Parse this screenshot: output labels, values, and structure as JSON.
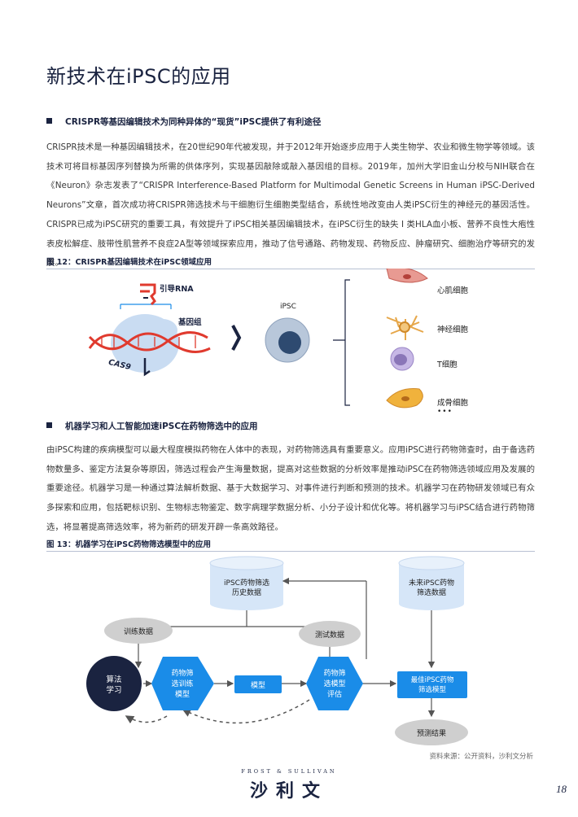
{
  "page_title": "新技术在iPSC的应用",
  "section1": {
    "heading": "CRISPR等基因编辑技术为同种异体的“现货”iPSC提供了有利途径",
    "paragraph": "CRISPR技术是一种基因编辑技术，在20世纪90年代被发现，并于2012年开始逐步应用于人类生物学、农业和微生物学等领域。该技术可将目标基因序列替换为所需的供体序列，实现基因敲除或敲入基因组的目标。2019年，加州大学旧金山分校与NIH联合在《Neuron》杂志发表了“CRISPR Interference-Based Platform for Multimodal Genetic Screens in Human iPSC-Derived Neurons”文章，首次成功将CRISPR筛选技术与干细胞衍生细胞类型结合，系统性地改变由人类iPSC衍生的神经元的基因活性。CRISPR已成为iPSC研究的重要工具，有效提升了iPSC相关基因编辑技术，在iPSC衍生的缺失 I 类HLA血小板、营养不良性大疱性表皮松解症、肢带性肌营养不良症2A型等领域探索应用，推动了信号通路、药物发现、药物反应、肿瘤研究、细胞治疗等研究的发展。"
  },
  "figure12": {
    "caption": "图 12：CRISPR基因编辑技术在iPSC领域应用",
    "guide_rna_label": "引导RNA",
    "genome_label": "基因组",
    "cas9_label": "CAS9",
    "ipsc_label": "iPSC",
    "cells": [
      "心肌细胞",
      "神经细胞",
      "T细胞",
      "成骨细胞"
    ],
    "ellipsis": "•••"
  },
  "section2": {
    "heading": "机器学习和人工智能加速iPSC在药物筛选中的应用",
    "paragraph": "由iPSC构建的疾病模型可以最大程度模拟药物在人体中的表现，对药物筛选具有重要意义。应用iPSC进行药物筛查时，由于备选药物数量多、鉴定方法复杂等原因，筛选过程会产生海量数据，提高对这些数据的分析效率是推动iPSC在药物筛选领域应用及发展的重要途径。机器学习是一种通过算法解析数据、基于大数据学习、对事件进行判断和预测的技术。机器学习在药物研发领域已有众多探索和应用，包括靶标识别、生物标志物鉴定、数字病理学数据分析、小分子设计和优化等。将机器学习与iPSC结合进行药物筛选，将显著提高筛选效率，将为新药的研发开辟一条高效路径。"
  },
  "figure13": {
    "caption": "图 13：机器学习在iPSC药物筛选模型中的应用",
    "db_history_line1": "iPSC药物筛选",
    "db_history_line2": "历史数据",
    "db_future_line1": "未来iPSC药物",
    "db_future_line2": "筛选数据",
    "train_data": "训练数据",
    "test_data": "测试数据",
    "algorithm_line1": "算法",
    "algorithm_line2": "学习",
    "train_model_line1": "药物筛",
    "train_model_line2": "选训练",
    "train_model_line3": "模型",
    "model": "模型",
    "eval_line1": "药物筛",
    "eval_line2": "选模型",
    "eval_line3": "评估",
    "best_line1": "最佳iPSC药物",
    "best_line2": "筛选模型",
    "prediction": "预测结果"
  },
  "source": "资料来源：公开资料，沙利文分析",
  "brand_en": "FROST & SULLIVAN",
  "brand_cn": "沙利文",
  "page_number": "18",
  "colors": {
    "navy": "#1a2340",
    "blue": "#1a8ce8",
    "light_blue": "#d6e6f8",
    "gray": "#d0d0d0",
    "red": "#e03a2e"
  }
}
